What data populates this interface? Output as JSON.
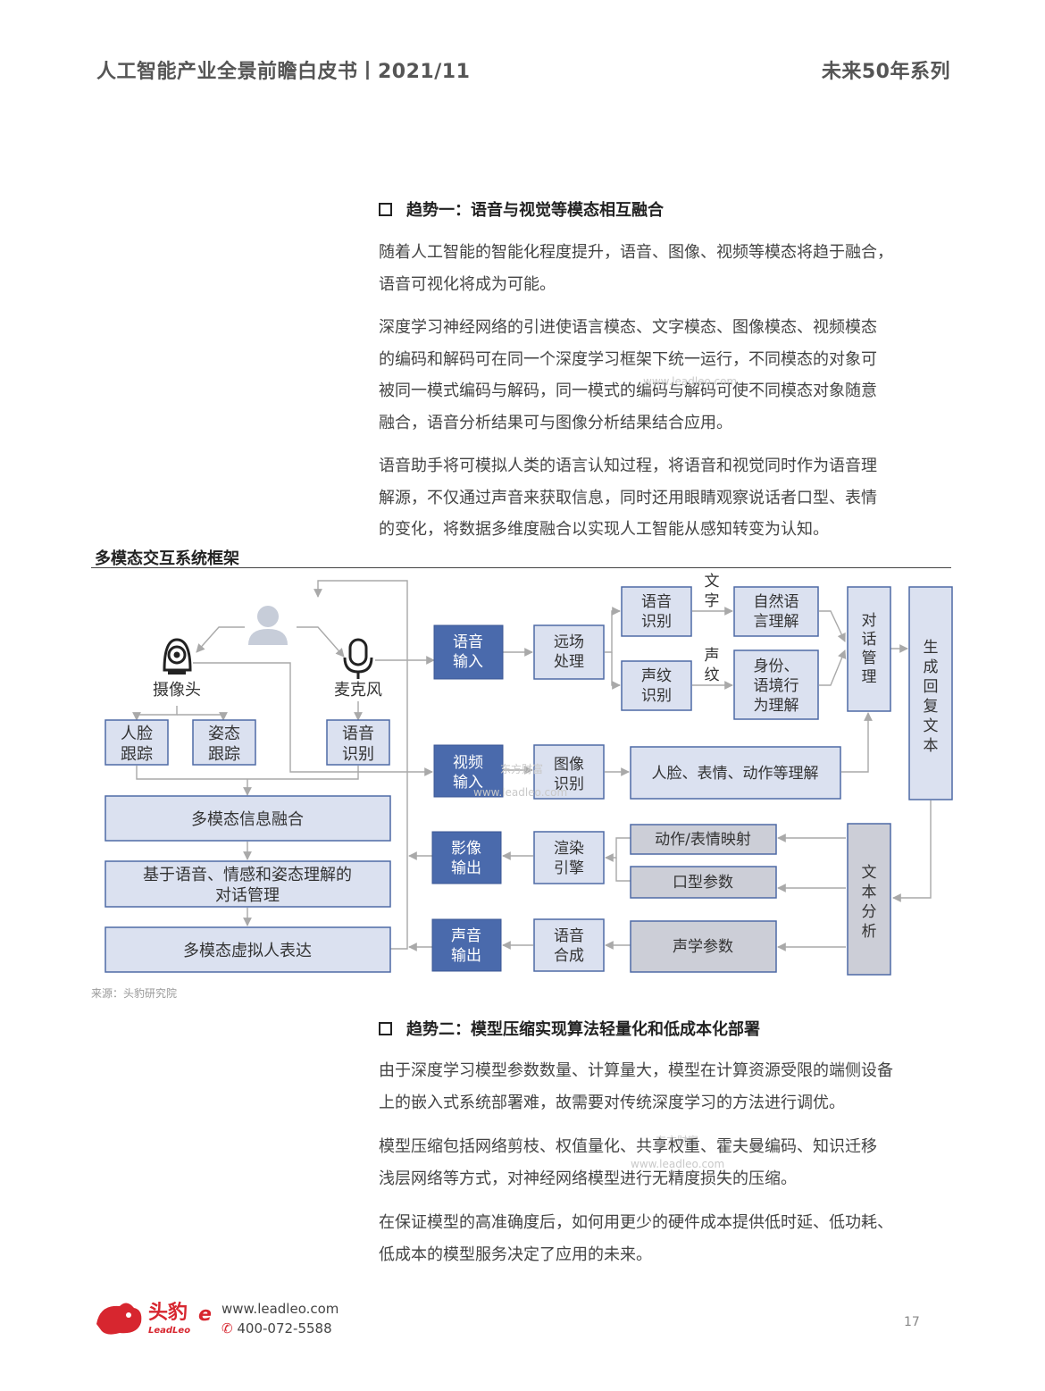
{
  "header": {
    "left": "人工智能产业全景前瞻白皮书丨2021/11",
    "right": "未来50年系列"
  },
  "section1": {
    "title": "趋势一：语音与视觉等模态相互融合",
    "paragraphs": [
      [
        "随着人工智能的智能化程度提升，语音、图像、视频等模态将趋于融合，",
        "语音可视化将成为可能。"
      ],
      [
        "深度学习神经网络的引进使语言模态、文字模态、图像模态、视频模态",
        "的编码和解码可在同一个深度学习框架下统一运行，不同模态的对象可",
        "被同一模式编码与解码，同一模式的编码与解码可使不同模态对象随意",
        "融合，语音分析结果可与图像分析结果结合应用。"
      ],
      [
        "语音助手将可模拟人类的语言认知过程，将语音和视觉同时作为语音理",
        "解源，不仅通过声音来获取信息，同时还用眼睛观察说话者口型、表情",
        "的变化，将数据多维度融合以实现人工智能从感知转变为认知。"
      ]
    ]
  },
  "figure": {
    "title": "多模态交互系统框架",
    "source": "来源：头豹研究院",
    "labels": {
      "camera": "摄像头",
      "mic": "麦克风",
      "face": [
        "人脸",
        "跟踪"
      ],
      "posture": [
        "姿态",
        "跟踪"
      ],
      "asr_left": [
        "语音",
        "识别"
      ],
      "fusion": "多模态信息融合",
      "dialog_mgmt": [
        "基于语音、情感和姿态理解的",
        "对话管理"
      ],
      "avatar": "多模态虚拟人表达",
      "voice_in": [
        "语音",
        "输入"
      ],
      "video_in": [
        "视频",
        "输入"
      ],
      "image_out": [
        "影像",
        "输出"
      ],
      "sound_out": [
        "声音",
        "输出"
      ],
      "farfield": [
        "远场",
        "处理"
      ],
      "image_rec": [
        "图像",
        "识别"
      ],
      "render": [
        "渲染",
        "引擎"
      ],
      "tts": [
        "语音",
        "合成"
      ],
      "asr": [
        "语音",
        "识别"
      ],
      "voiceprint": [
        "声纹",
        "识别"
      ],
      "text_label": [
        "文",
        "字"
      ],
      "vp_label": [
        "声",
        "纹"
      ],
      "nlu": [
        "自然语",
        "言理解"
      ],
      "identity": [
        "身份、",
        "语境行",
        "为理解"
      ],
      "dialog": [
        "对",
        "话",
        "管",
        "理"
      ],
      "gen_text": [
        "生",
        "成",
        "回",
        "复",
        "文",
        "本"
      ],
      "face_expr": "人脸、表情、动作等理解",
      "action_map": "动作/表情映射",
      "mouth": "口型参数",
      "acoustic": "声学参数",
      "text_analysis": [
        "文",
        "本",
        "分",
        "析"
      ]
    }
  },
  "section2": {
    "title": "趋势二：模型压缩实现算法轻量化和低成本化部署",
    "paragraphs": [
      [
        "由于深度学习模型参数数量、计算量大，模型在计算资源受限的端侧设备",
        "上的嵌入式系统部署难，故需要对传统深度学习的方法进行调优。"
      ],
      [
        "模型压缩包括网络剪枝、权值量化、共享权重、霍夫曼编码、知识迁移",
        "浅层网络等方式，对神经网络模型进行无精度损失的压缩。"
      ],
      [
        "在保证模型的高准确度后，如何用更少的硬件成本提供低时延、低功耗、",
        "低成本的模型服务决定了应用的未来。"
      ]
    ]
  },
  "watermarks": [
    "东方财富",
    "www.leadleo.com"
  ],
  "footer": {
    "brand_cn": "头豹",
    "brand_en": "LeadLeo",
    "url": "www.leadleo.com",
    "phone": "400-072-5588",
    "page": "17"
  },
  "colors": {
    "dark_box": "#4a6aac",
    "light_box": "#dbe1f0",
    "box_stroke": "#4e6aa6",
    "gray_box": "#ccced7",
    "accent_red": "#d7262f"
  }
}
